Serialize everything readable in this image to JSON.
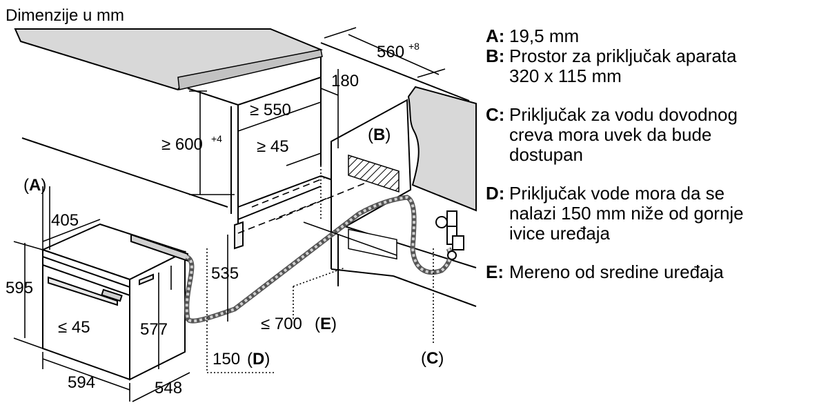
{
  "title": "Dimenzije u mm",
  "dimensions": {
    "d_560": "560",
    "d_560_tol": "+8",
    "d_180": "180",
    "d_550": "≥ 550",
    "d_600": "≥ 600",
    "d_600_tol": "+4",
    "d_45_top": "≥ 45",
    "d_405": "405",
    "d_595": "595",
    "d_45_door": "≤ 45",
    "d_577": "577",
    "d_535": "535",
    "d_594": "594",
    "d_548": "548",
    "d_700": "≤ 700",
    "d_150": "150"
  },
  "labels": {
    "A": "A",
    "B": "B",
    "C": "C",
    "D": "D",
    "E": "E"
  },
  "legend": [
    {
      "key": "A:",
      "text": "19,5 mm"
    },
    {
      "key": "B:",
      "text": "Prostor za priključak aparata\n320 x 115 mm"
    },
    {
      "key": "C:",
      "text": "Priključak za vodu dovodnog\ncreva mora uvek da bude\ndostupan"
    },
    {
      "key": "D:",
      "text": "Priključak vode mora da se\nnalazi 150 mm niže od gornje\nivice uređaja"
    },
    {
      "key": "E:",
      "text": "Mereno od sredine uređaja"
    }
  ]
}
